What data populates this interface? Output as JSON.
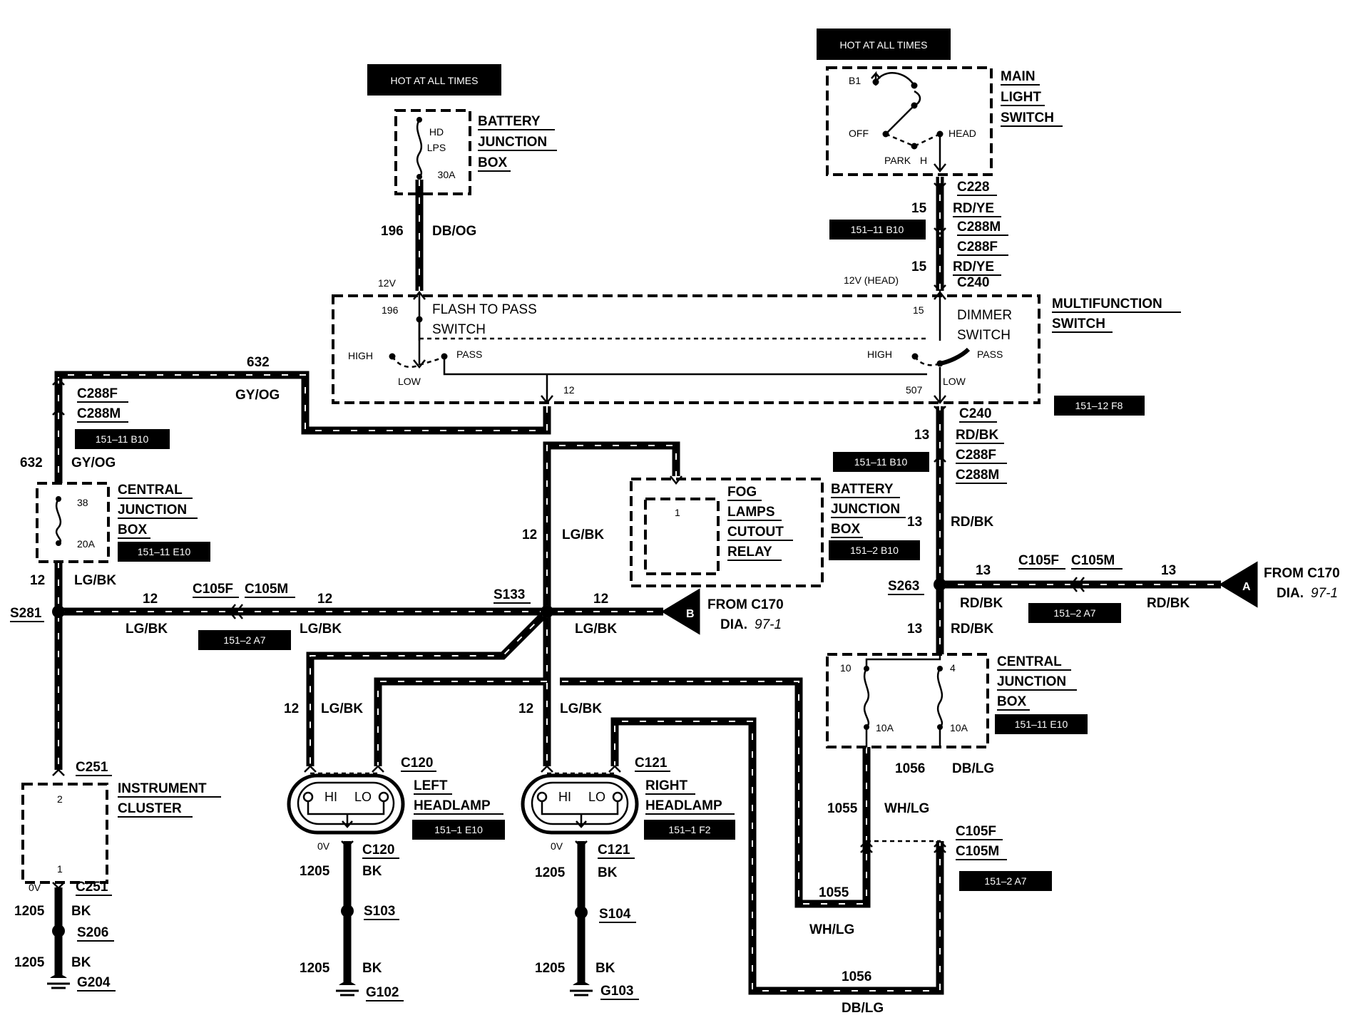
{
  "hot_labels": {
    "left": "HOT AT ALL TIMES",
    "right": "HOT AT ALL TIMES"
  },
  "components": {
    "battery_jb_top": {
      "lines": [
        "BATTERY",
        "JUNCTION",
        "BOX"
      ],
      "fuse_lines": [
        "HD",
        "LPS",
        "30A"
      ]
    },
    "main_light_switch": {
      "lines": [
        "MAIN",
        "LIGHT",
        "SWITCH"
      ],
      "b1": "B1",
      "off": "OFF",
      "head": "HEAD",
      "park": "PARK",
      "h": "H"
    },
    "multifunction_switch": {
      "lines": [
        "MULTIFUNCTION",
        "SWITCH"
      ],
      "ref": "151–12 F8"
    },
    "flash_to_pass": {
      "lines": [
        "FLASH TO PASS",
        "SWITCH"
      ],
      "pin": "196",
      "high": "HIGH",
      "pass": "PASS",
      "low": "LOW"
    },
    "dimmer_switch": {
      "lines": [
        "DIMMER",
        "SWITCH"
      ],
      "pin": "15",
      "high": "HIGH",
      "pass": "PASS",
      "low": "LOW"
    },
    "central_jb_left": {
      "lines": [
        "CENTRAL",
        "JUNCTION",
        "BOX"
      ],
      "pin": "38",
      "fuse": "20A",
      "ref": "151–11 E10"
    },
    "fog_relay": {
      "lines": [
        "FOG",
        "LAMPS",
        "CUTOUT",
        "RELAY"
      ],
      "pin": "1"
    },
    "battery_jb_right": {
      "lines": [
        "BATTERY",
        "JUNCTION",
        "BOX"
      ],
      "ref": "151–2 B10"
    },
    "central_jb_right": {
      "lines": [
        "CENTRAL",
        "JUNCTION",
        "BOX"
      ],
      "pin_left": "10",
      "pin_right": "4",
      "fuse_left": "10A",
      "fuse_right": "10A",
      "ref": "151–11 E10"
    },
    "instrument_cluster": {
      "lines": [
        "INSTRUMENT",
        "CLUSTER"
      ],
      "pin_top": "2",
      "pin_bottom": "1"
    },
    "left_headlamp": {
      "lines": [
        "LEFT",
        "HEADLAMP"
      ],
      "hi": "HI",
      "lo": "LO",
      "ref": "151–1 E10"
    },
    "right_headlamp": {
      "lines": [
        "RIGHT",
        "HEADLAMP"
      ],
      "hi": "HI",
      "lo": "LO",
      "ref": "151–1 F2"
    }
  },
  "refs": {
    "c228": "151–11 B10",
    "c288_left": "151–11 B10",
    "c288_right": "151–11 B10",
    "c105_left": "151–2 A7",
    "c105_top_right": "151–2 A7",
    "c105_bottom_right": "151–2 A7"
  },
  "connectors": {
    "c228": "C228",
    "c288m_top": "C288M",
    "c288f_top": "C288F",
    "c240_top": "C240",
    "c240_bottom": "C240",
    "c288f_right": "C288F",
    "c288m_right": "C288M",
    "c288f_left": "C288F",
    "c288m_left": "C288M",
    "c105f_left": "C105F",
    "c105m_left": "C105M",
    "c105f_right": "C105F",
    "c105m_right": "C105M",
    "c105f_bottom": "C105F",
    "c105m_bottom": "C105M",
    "c251_top": "C251",
    "c251_bottom": "C251",
    "c120_top": "C120",
    "c120_bottom": "C120",
    "c121_top": "C121",
    "c121_bottom": "C121"
  },
  "splices": {
    "s281": "S281",
    "s133": "S133",
    "s263": "S263",
    "s206": "S206",
    "s103": "S103",
    "s104": "S104"
  },
  "grounds": {
    "g204": "G204",
    "g102": "G102",
    "g103": "G103"
  },
  "circuits": {
    "c196": "196",
    "c15": "15",
    "c632": "632",
    "c12": "12",
    "c13": "13",
    "c507": "507",
    "c1055": "1055",
    "c1056": "1056",
    "c1205": "1205"
  },
  "colors": {
    "db_og": "DB/OG",
    "rd_ye": "RD/YE",
    "gy_og": "GY/OG",
    "rd_bk": "RD/BK",
    "lg_bk": "LG/BK",
    "db_lg": "DB/LG",
    "wh_lg": "WH/LG",
    "bk": "BK"
  },
  "voltages": {
    "v12": "12V",
    "v12_head": "12V (HEAD)",
    "v0": "0V"
  },
  "offpage": {
    "a": {
      "letter": "A",
      "lines": [
        "FROM C170",
        "DIA."
      ],
      "num": "97-1"
    },
    "b": {
      "letter": "B",
      "lines": [
        "FROM C170",
        "DIA."
      ],
      "num": "97-1"
    }
  }
}
